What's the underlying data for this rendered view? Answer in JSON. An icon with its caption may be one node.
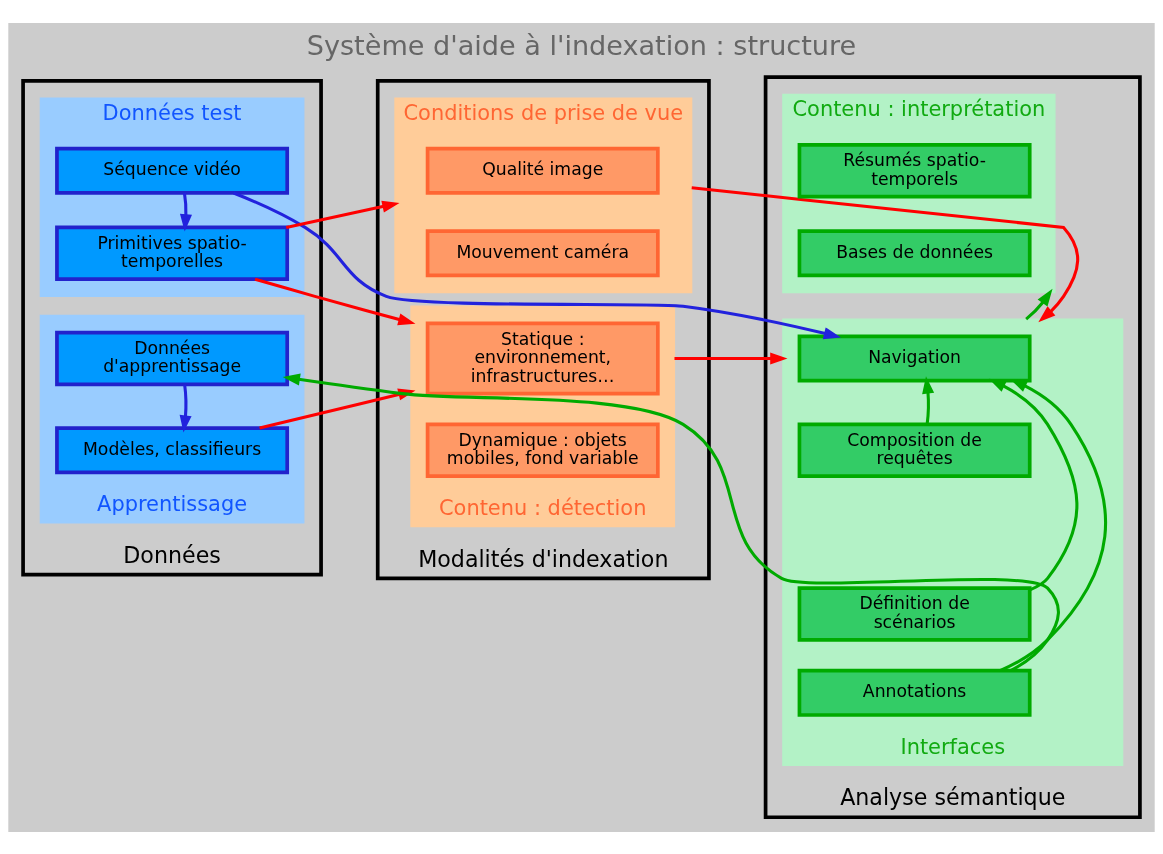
{
  "diagram": {
    "title": "Système d'aide à l'indexation : structure",
    "nodes": [
      {
        "text": [
          "Données"
        ]
      },
      {
        "text": [
          "Données test"
        ],
        "in": 0
      },
      {
        "text": [
          "Séquence vidéo"
        ],
        "in": 1
      },
      {
        "text": [
          "Primitives spatio-temporelles"
        ],
        "in": 1
      },
      {
        "text": [
          "Apprentissage"
        ],
        "in": 0
      },
      {
        "text": [
          "Données d'apprentissage"
        ],
        "in": 4
      },
      {
        "text": [
          "Modèles, classifieurs"
        ],
        "in": 4
      },
      {
        "text": [
          "Modalités d'indexation"
        ]
      },
      {
        "text": [
          "Conditions de prise de vue"
        ],
        "in": 7
      },
      {
        "text": [
          "Qualité image"
        ],
        "in": 8
      },
      {
        "text": [
          "Mouvement caméra"
        ],
        "in": 8
      },
      {
        "text": [
          "Contenu : détection"
        ],
        "in": 7
      },
      {
        "text": [
          "Statique : environnement, infrastructures…"
        ],
        "in": 11
      },
      {
        "text": [
          "Dynamique : objets mobiles, fond variable"
        ],
        "in": 11
      },
      {
        "text": [
          "Analyse sémantique"
        ]
      },
      {
        "text": [
          "Contenu : interprétation"
        ],
        "in": 14
      },
      {
        "text": [
          "Résumés spatio-temporels"
        ],
        "in": 15
      },
      {
        "text": [
          "Bases de données"
        ],
        "in": 15
      },
      {
        "text": [
          "Interfaces"
        ],
        "in": 14
      },
      {
        "text": [
          "Navigation"
        ],
        "in": 18
      },
      {
        "text": [
          "Composition de requêtes"
        ],
        "in": 18
      },
      {
        "text": [
          "Définition de scénarios"
        ],
        "in": 18
      },
      {
        "text": [
          "Annotations"
        ],
        "in": 18
      }
    ],
    "edges": [
      {
        "from": 2,
        "to": 3,
        "arrow": "to",
        "color": "#2222dd"
      },
      {
        "from": 5,
        "to": 6,
        "arrow": "to",
        "color": "#2222dd"
      },
      {
        "from": 2,
        "to": 19,
        "arrow": "to",
        "color": "#2222dd"
      },
      {
        "from": 3,
        "to": 8,
        "arrow": "to",
        "color": "#ff0000"
      },
      {
        "from": 3,
        "to": 11,
        "arrow": "to",
        "color": "#ff0000"
      },
      {
        "from": 6,
        "to": 11,
        "arrow": "to",
        "color": "#ff0000"
      },
      {
        "from": 8,
        "to": 18,
        "arrow": "to",
        "color": "#ff0000"
      },
      {
        "from": 11,
        "to": 18,
        "arrow": "to",
        "color": "#ff0000"
      },
      {
        "from": 22,
        "to": 5,
        "arrow": "to",
        "color": "#00aa00"
      },
      {
        "from": 20,
        "to": 19,
        "arrow": "to",
        "color": "#00aa00"
      },
      {
        "from": 21,
        "to": 19,
        "arrow": "to",
        "color": "#00aa00"
      },
      {
        "from": 22,
        "to": 19,
        "arrow": "to",
        "color": "#00aa00"
      },
      {
        "from": 18,
        "to": 15,
        "arrow": "to",
        "color": "#00aa00"
      }
    ]
  }
}
